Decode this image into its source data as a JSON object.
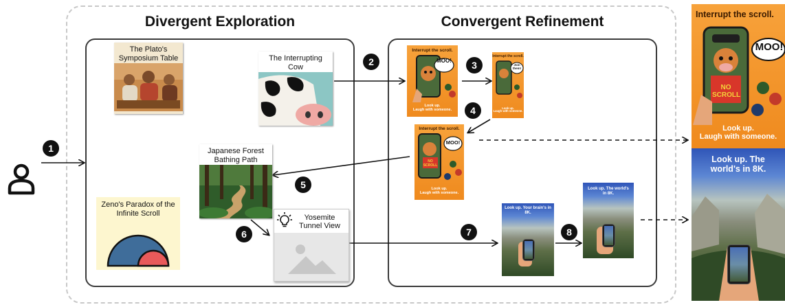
{
  "sections": {
    "divergent": "Divergent Exploration",
    "convergent": "Convergent Refinement"
  },
  "ideas": {
    "plato": "The Plato's Symposium Table",
    "cow": "The Interrupting Cow",
    "forest": "Japanese Forest Bathing Path",
    "zeno": "Zeno's Paradox of the Infinite Scroll",
    "yosemite": "Yosemite Tunnel View"
  },
  "steps": [
    "1",
    "2",
    "3",
    "4",
    "5",
    "6",
    "7",
    "8"
  ],
  "posters": {
    "scroll_headline": "Interrupt the scroll.",
    "moo": "MOO!",
    "join": "Join them!",
    "no_scroll": "NO SCROLL",
    "look_up": "Look up.",
    "laugh": "Laugh with someone.",
    "brain": "Look up. Your brain's in 8K.",
    "world": "Look up. The world's in 8K."
  },
  "icons": [
    "user-icon",
    "lightbulb-icon",
    "image-placeholder-icon"
  ]
}
